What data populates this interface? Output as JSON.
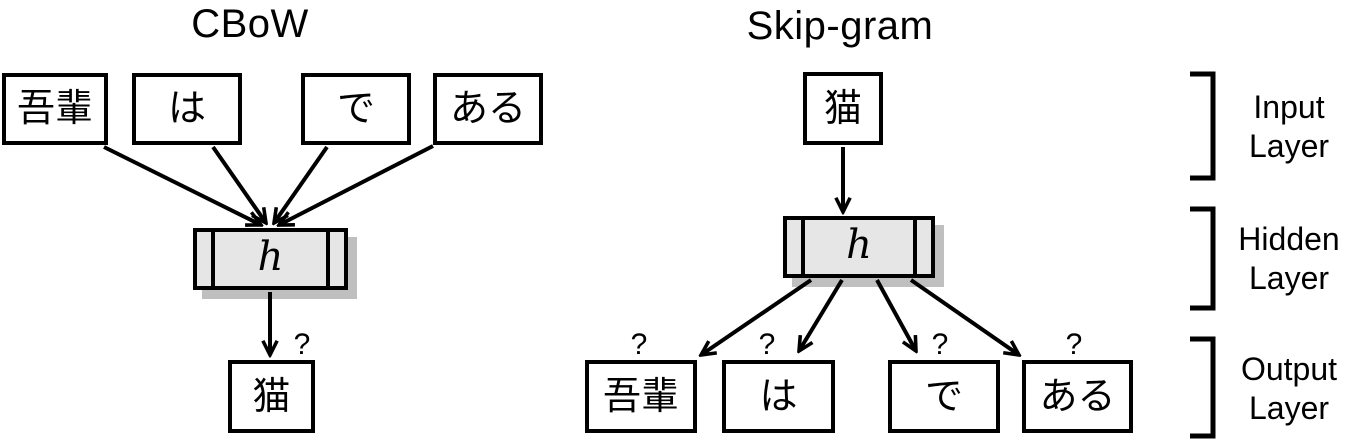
{
  "cbow": {
    "title": "CBoW",
    "input_words": [
      "吾輩",
      "は",
      "で",
      "ある"
    ],
    "hidden_label": "h",
    "output_word": "猫"
  },
  "skipgram": {
    "title": "Skip-gram",
    "input_word": "猫",
    "hidden_label": "h",
    "output_words": [
      "吾輩",
      "は",
      "で",
      "ある"
    ]
  },
  "question_mark": "?",
  "layer_labels": {
    "input": {
      "line1": "Input",
      "line2": "Layer"
    },
    "hidden": {
      "line1": "Hidden",
      "line2": "Layer"
    },
    "output": {
      "line1": "Output",
      "line2": "Layer"
    }
  },
  "colors": {
    "background": "#ffffff",
    "stroke": "#000000",
    "hidden_box_fill": "#e6e6e6",
    "hidden_box_shadow": "#bfbfbf"
  }
}
